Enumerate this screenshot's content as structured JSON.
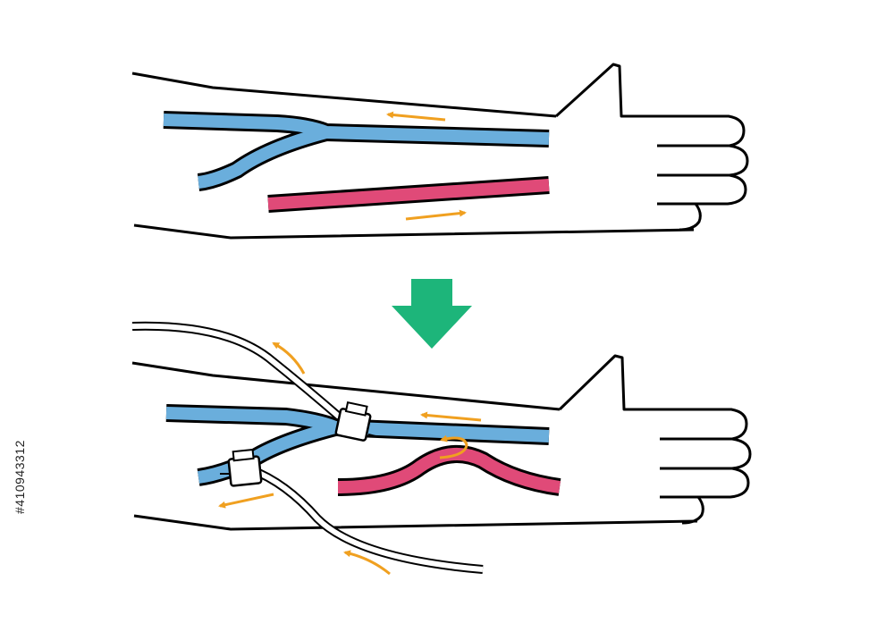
{
  "stock_id": "#410943312",
  "colors": {
    "vein": "#6aaedc",
    "artery": "#e04a78",
    "flow_arrow": "#f0a020",
    "down_arrow": "#1db57a",
    "outline": "#000000",
    "tube": "#ffffff"
  },
  "panels": [
    {
      "name": "before",
      "elements": [
        "arm-outline",
        "hand-outline",
        "vein",
        "artery",
        "flow-arrows"
      ]
    },
    {
      "name": "after",
      "elements": [
        "arm-outline",
        "hand-outline",
        "vein",
        "artery-anastomosis",
        "cannula-tubes",
        "clamps",
        "flow-arrows"
      ]
    }
  ],
  "icons": [
    "down-arrow-icon",
    "flow-arrow-icon",
    "clamp-icon"
  ]
}
